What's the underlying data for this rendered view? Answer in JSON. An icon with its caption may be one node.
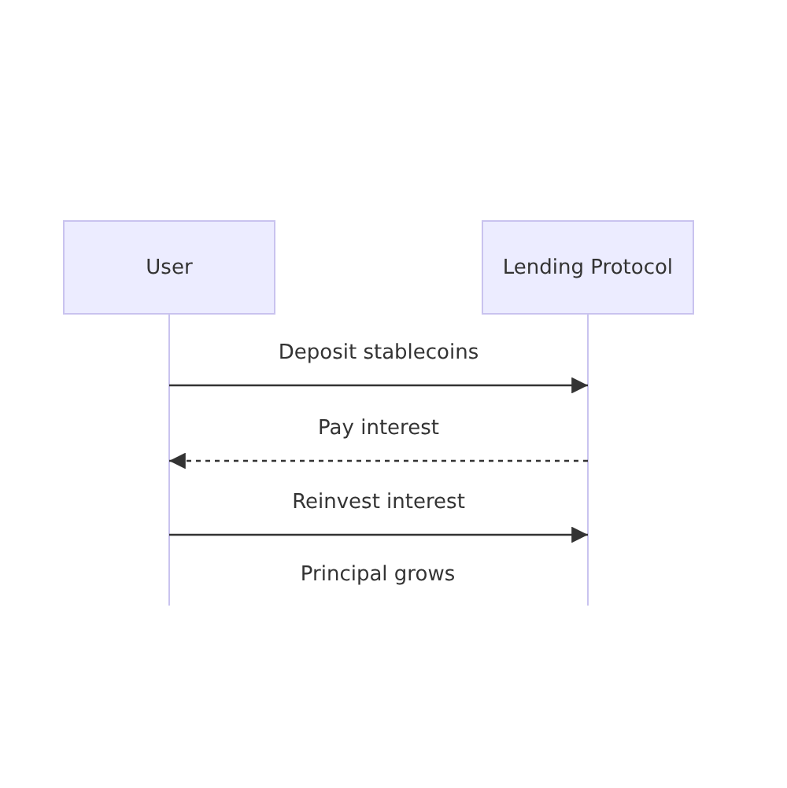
{
  "diagram": {
    "nodes": [
      {
        "text": [
          "User"
        ]
      },
      {
        "text": [
          "Lending Protocol"
        ]
      }
    ],
    "edges": [
      {
        "from": 0,
        "to": 1,
        "arrow": "to",
        "label": "Deposit stablecoins"
      },
      {
        "from": 1,
        "to": 0,
        "arrow": "to",
        "label": "Pay interest",
        "style": "dashed"
      },
      {
        "from": 0,
        "to": 1,
        "arrow": "to",
        "label": "Reinvest interest"
      }
    ],
    "labels": [
      "Principal grows"
    ]
  }
}
